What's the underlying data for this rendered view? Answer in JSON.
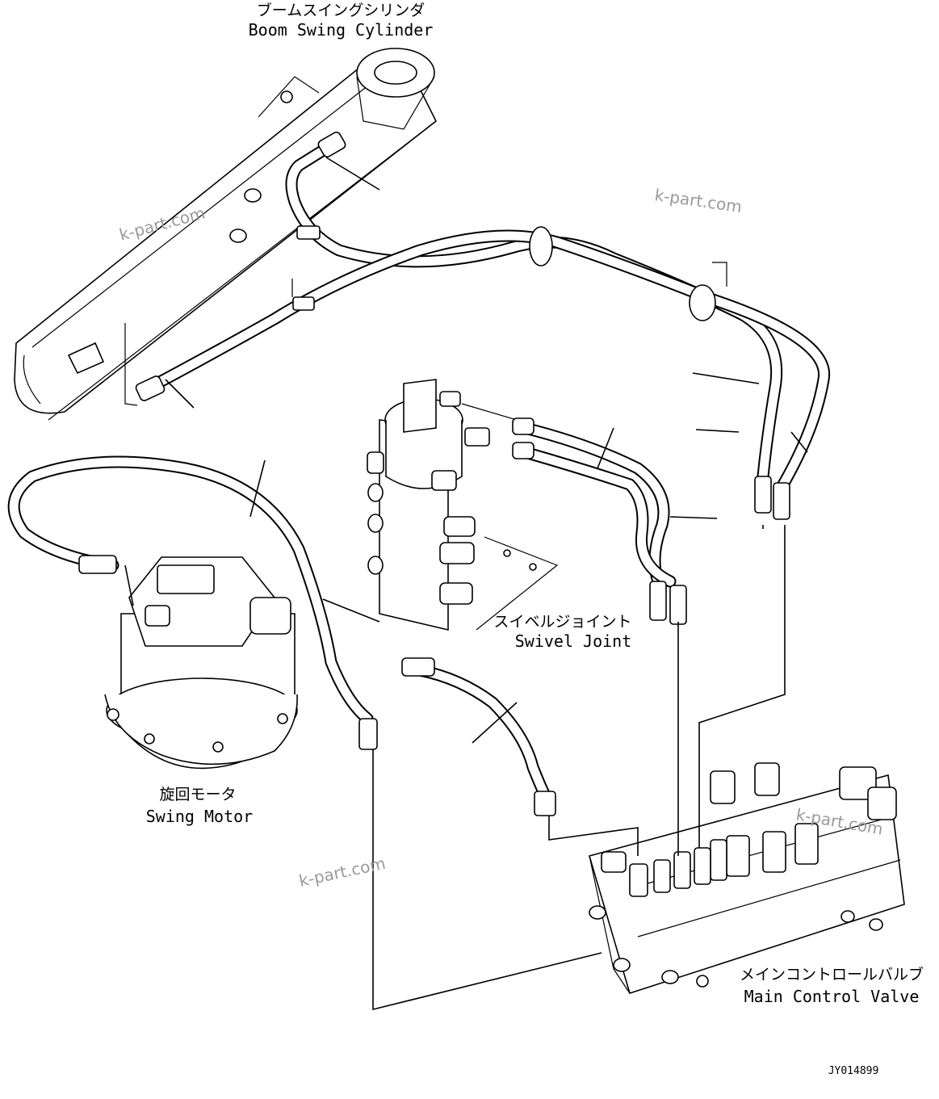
{
  "labels": {
    "boom_swing_cylinder_jp": "ブームスイングシリンダ",
    "boom_swing_cylinder_en": "Boom Swing Cylinder",
    "swivel_joint_jp": "スイベルジョイント",
    "swivel_joint_en": "Swivel Joint",
    "swing_motor_jp": "旋回モータ",
    "swing_motor_en": "Swing Motor",
    "main_control_valve_jp": "メインコントロールバルブ",
    "main_control_valve_en": "Main Control Valve"
  },
  "watermarks": [
    "k-part.com",
    "k-part.com",
    "k-part.com",
    "k-part.com"
  ],
  "drawing_code": "JY014899"
}
